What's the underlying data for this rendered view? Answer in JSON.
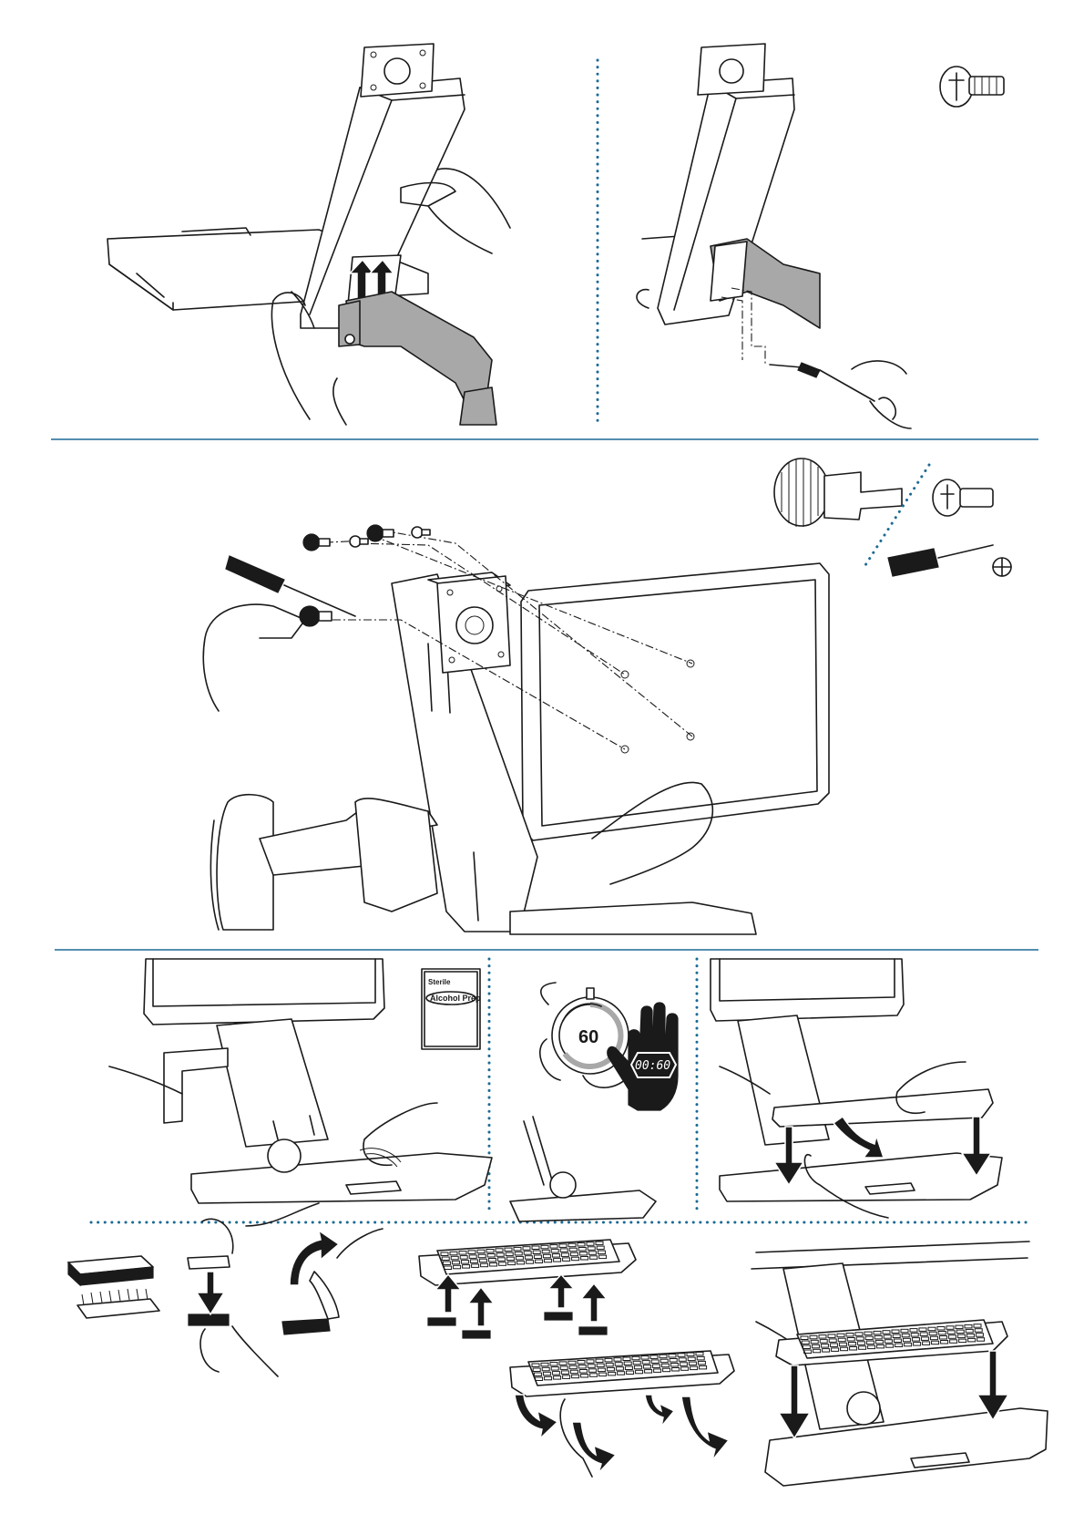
{
  "packet": {
    "brand_text": "Sterile",
    "product_text": "Alcohol Prep"
  },
  "timer": {
    "seconds_label": "60",
    "digital_readout": "00:60"
  },
  "colors": {
    "separator": "#1c6a95",
    "line_art": "#1a1a1a",
    "gray_fill": "#a8a8a8"
  },
  "icons": [
    "pan-head-screw-icon",
    "thumb-screw-icon",
    "phillips-screwdriver-icon",
    "phillips-head-symbol-icon",
    "stop-hand-icon"
  ]
}
